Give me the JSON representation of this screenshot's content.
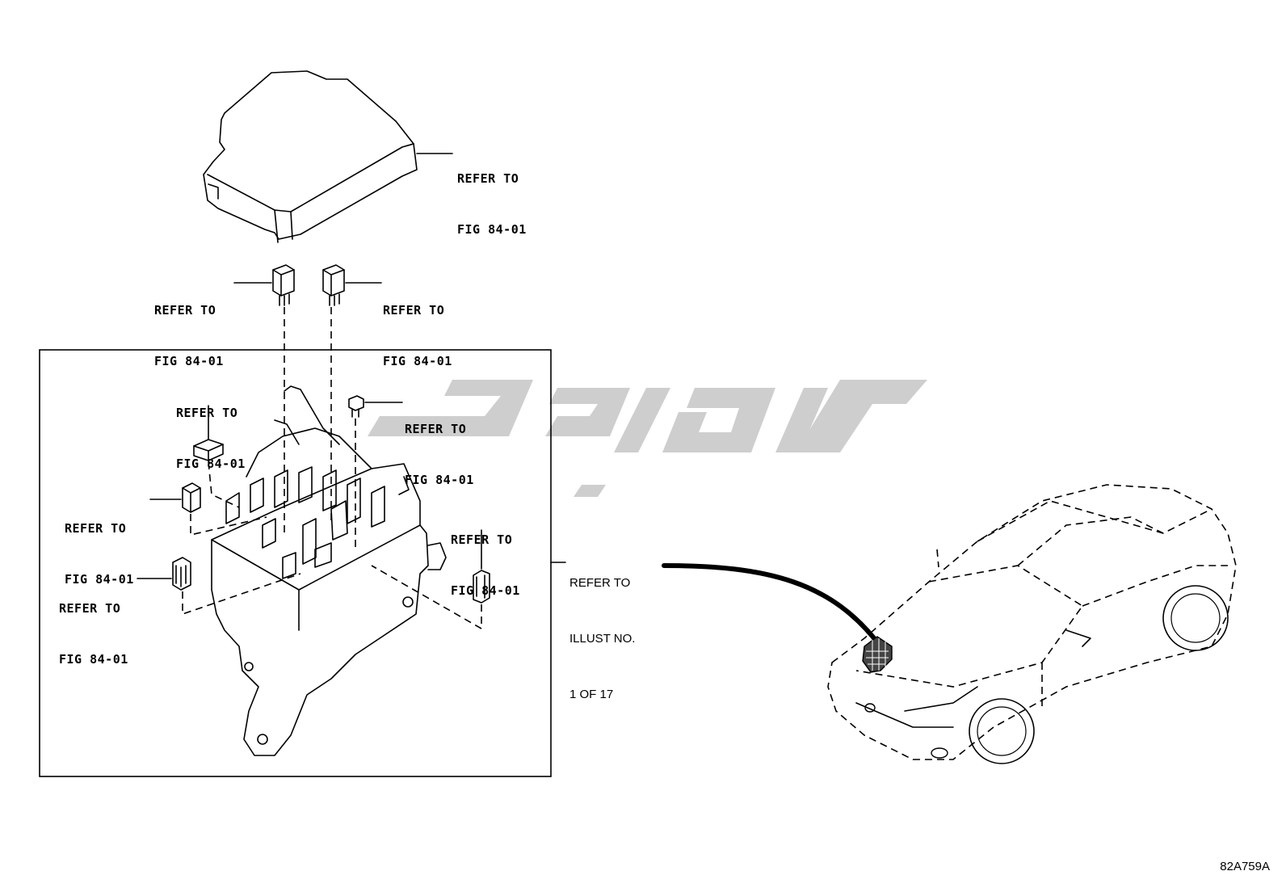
{
  "callouts": [
    {
      "line1": "REFER TO",
      "line2": "FIG 84-01"
    },
    {
      "line1": "REFER TO",
      "line2": "FIG 84-01"
    },
    {
      "line1": "REFER TO",
      "line2": "FIG 84-01"
    },
    {
      "line1": "REFER TO",
      "line2": "FIG 84-01"
    },
    {
      "line1": "REFER TO",
      "line2": "FIG 84-01"
    },
    {
      "line1": "REFER TO",
      "line2": "FIG 84-01"
    },
    {
      "line1": "REFER TO",
      "line2": "FIG 84-01"
    },
    {
      "line1": "REFER TO",
      "line2": "FIG 84-01"
    }
  ],
  "illust_ref": {
    "line1": "REFER TO",
    "line2": "ILLUST NO.",
    "line3": "1 OF 17"
  },
  "diagram_code": "82A759A",
  "colors": {
    "line": "#000000",
    "watermark": "#c9c9c9",
    "background": "#ffffff"
  }
}
